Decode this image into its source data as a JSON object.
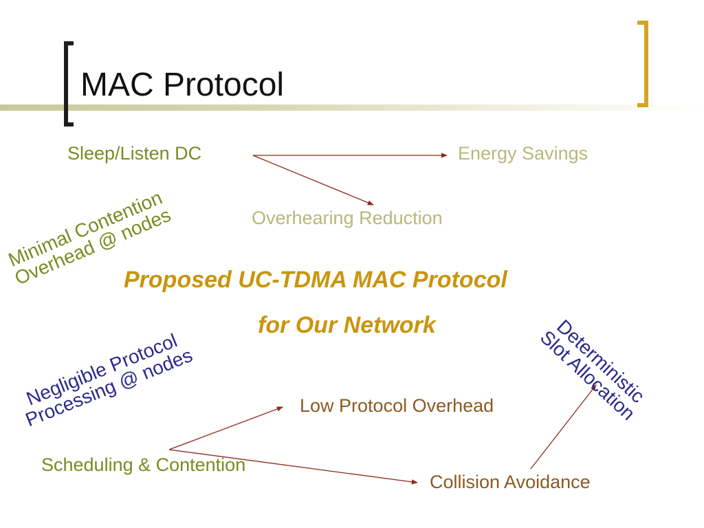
{
  "title": "MAC Protocol",
  "nodes": {
    "sleep_listen": "Sleep/Listen DC",
    "energy_savings": "Energy Savings",
    "overhearing_reduction": "Overhearing Reduction",
    "minimal_contention_1": "Minimal Contention",
    "minimal_contention_2": "Overhead @ nodes",
    "proposed_1": "Proposed UC-TDMA MAC Protocol",
    "proposed_2": "for Our Network",
    "negligible_1": "Negligible Protocol",
    "negligible_2": "Processing @ nodes",
    "deterministic_1": "Deterministic",
    "deterministic_2": "Slot Allocation",
    "low_overhead": "Low Protocol Overhead",
    "scheduling": "Scheduling & Contention",
    "collision": "Collision Avoidance"
  },
  "colors": {
    "olive": "#7b8a22",
    "pale": "#b9b77a",
    "brown": "#8a5a20",
    "navy": "#2a2a8c",
    "gold": "#c9950c",
    "arrow": "#8b2a1a",
    "bracket_gold": "#d4a520"
  }
}
